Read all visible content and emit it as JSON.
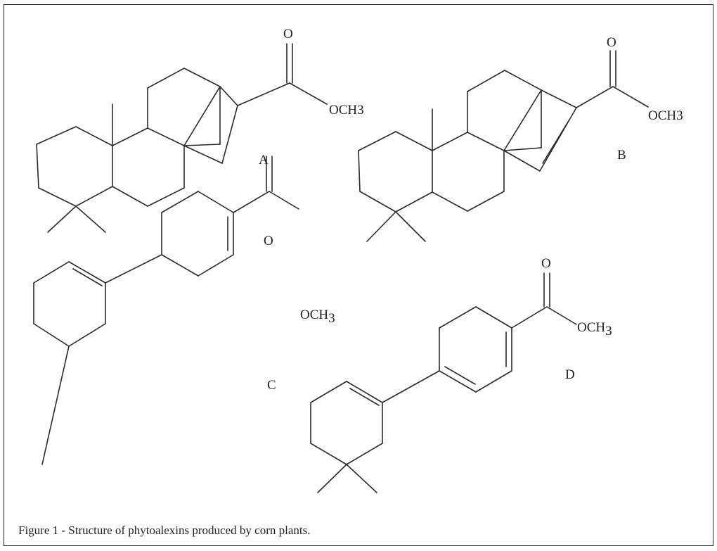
{
  "figure": {
    "caption": "Figure 1 - Structure of phytoalexins produced by corn plants."
  },
  "structures": [
    {
      "label": "A",
      "oxygen_label": "O",
      "ester_label": "OCH3"
    },
    {
      "label": "B",
      "oxygen_label": "O",
      "ester_label": "OCH3"
    },
    {
      "label": "C",
      "oxygen_label": "O",
      "ester_label": "OCH",
      "ester_subscript": "3"
    },
    {
      "label": "D",
      "oxygen_label": "O",
      "ester_label": "OCH",
      "ester_subscript": "3"
    }
  ]
}
